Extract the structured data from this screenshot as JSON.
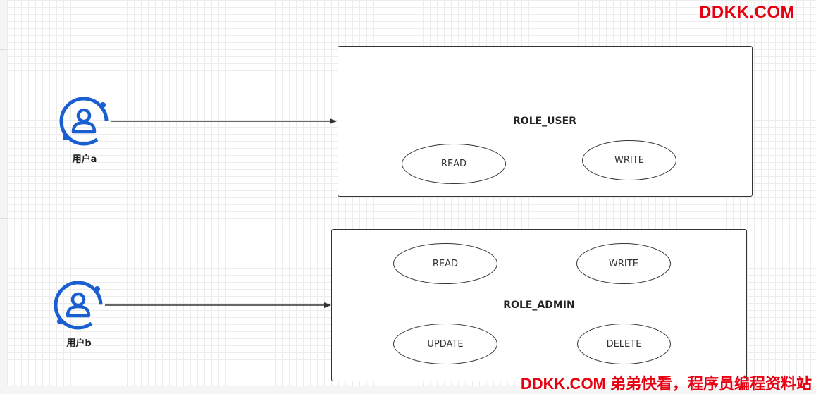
{
  "users": [
    {
      "label": "用户a",
      "icon": "user-icon"
    },
    {
      "label": "用户b",
      "icon": "user-icon"
    }
  ],
  "roles": [
    {
      "title": "ROLE_USER",
      "permissions": [
        "READ",
        "WRITE"
      ]
    },
    {
      "title": "ROLE_ADMIN",
      "permissions": [
        "READ",
        "WRITE",
        "UPDATE",
        "DELETE"
      ]
    }
  ],
  "watermark": {
    "top": "DDKK.COM",
    "bottom": "DDKK.COM 弟弟快看，程序员编程资料站"
  },
  "colors": {
    "user_icon": "#1a5fd1",
    "watermark": "#e60012",
    "stroke": "#333333"
  }
}
